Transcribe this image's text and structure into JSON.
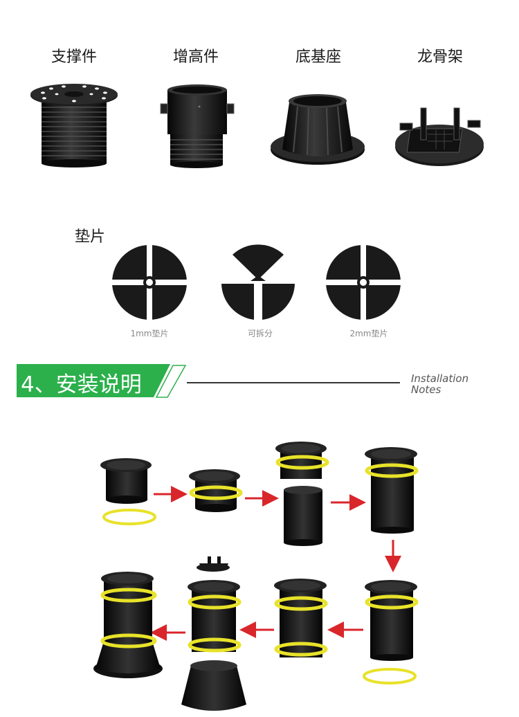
{
  "parts": {
    "support": "支撑件",
    "extender": "增高件",
    "base": "底基座",
    "keel_frame": "龙骨架"
  },
  "shims": {
    "title": "垫片",
    "items": [
      "1mm垫片",
      "可拆分",
      "2mm垫片"
    ]
  },
  "section": {
    "title": "4、安装说明",
    "subtitle_line1": "Installation",
    "subtitle_line2": "Notes"
  },
  "colors": {
    "banner_green": "#2bb04b",
    "arrow_red": "#d9262b",
    "ring_yellow": "#e8e22a",
    "part_black": "#151515"
  }
}
